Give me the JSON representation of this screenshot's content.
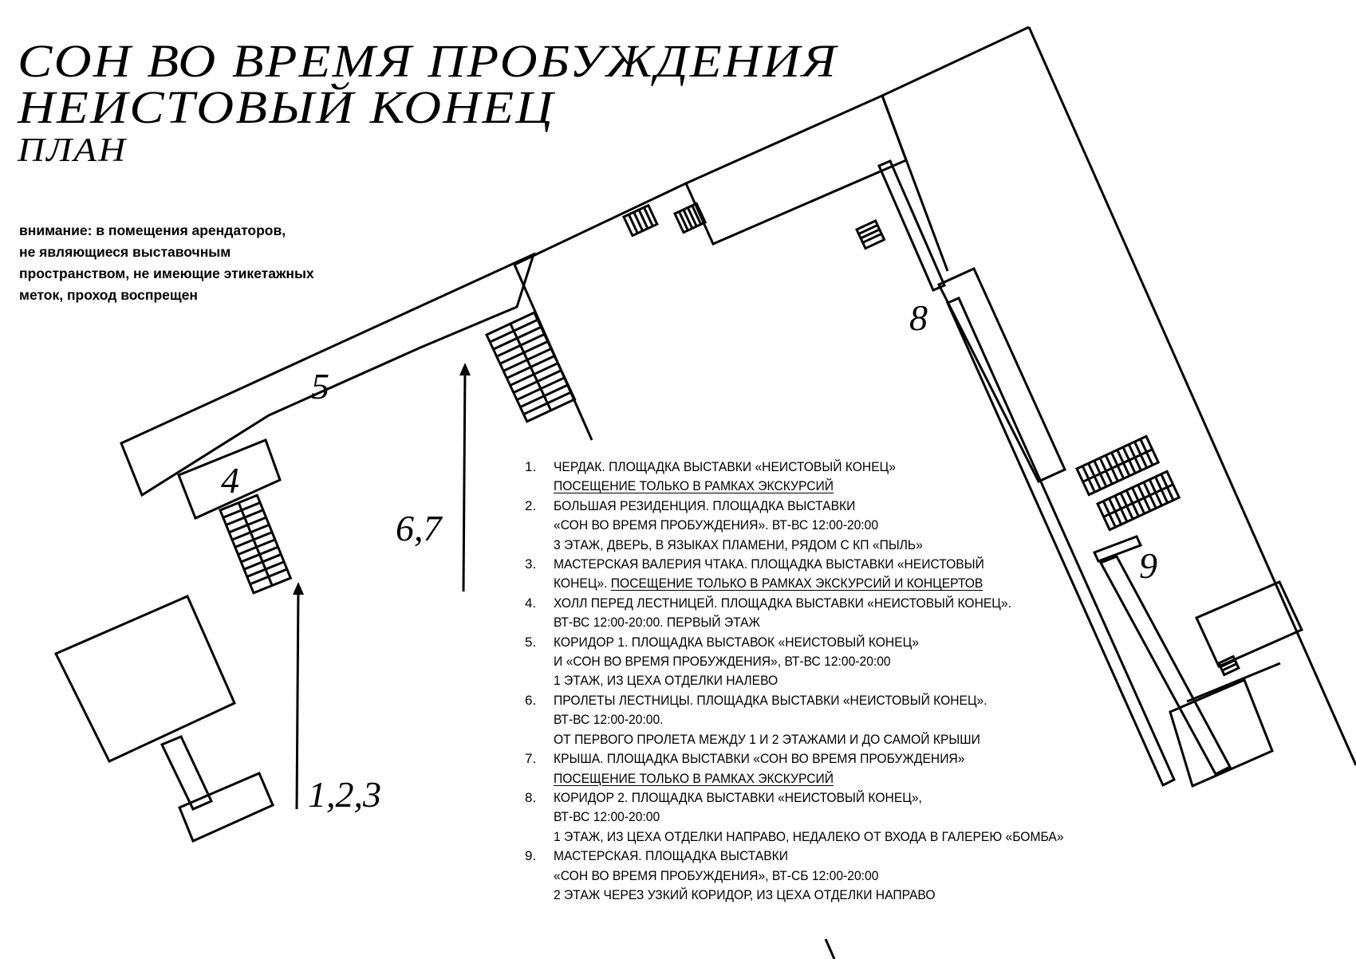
{
  "title": {
    "line1": "СОН ВО ВРЕМЯ ПРОБУЖДЕНИЯ",
    "line2": "НЕИСТОВЫЙ КОНЕЦ",
    "line3": "ПЛАН"
  },
  "warning": [
    "внимание: в помещения арендаторов,",
    "не являющиеся выставочным",
    "пространством, не имеющие этикетажных",
    "меток, проход воспрещен"
  ],
  "map_labels": {
    "l5": "5",
    "l4": "4",
    "l67": "6,7",
    "l123": "1,2,3",
    "l8": "8",
    "l9": "9"
  },
  "legend": [
    {
      "num": "1.",
      "lines": [
        "ЧЕРДАК. ПЛОЩАДКА ВЫСТАВКИ «НЕИСТОВЫЙ КОНЕЦ»"
      ],
      "underline": "ПОСЕЩЕНИЕ ТОЛЬКО В РАМКАХ ЭКСКУРСИЙ"
    },
    {
      "num": "2.",
      "lines": [
        "БОЛЬШАЯ РЕЗИДЕНЦИЯ. ПЛОЩАДКА ВЫСТАВКИ",
        "«СОН ВО ВРЕМЯ ПРОБУЖДЕНИЯ». ВТ-ВС 12:00-20:00",
        "3 ЭТАЖ, ДВЕРЬ, В ЯЗЫКАХ ПЛАМЕНИ, РЯДОМ С КП «ПЫЛЬ»"
      ]
    },
    {
      "num": "3.",
      "lines": [
        "МАСТЕРСКАЯ ВАЛЕРИЯ ЧТАКА. ПЛОЩАДКА ВЫСТАВКИ «НЕИСТОВЫЙ"
      ],
      "tail_prefix": "КОНЕЦ». ",
      "tail_underline": "ПОСЕЩЕНИЕ ТОЛЬКО В РАМКАХ ЭКСКУРСИЙ И КОНЦЕРТОВ"
    },
    {
      "num": "4.",
      "lines": [
        "ХОЛЛ ПЕРЕД ЛЕСТНИЦЕЙ. ПЛОЩАДКА ВЫСТАВКИ «НЕИСТОВЫЙ КОНЕЦ».",
        "ВТ-ВС 12:00-20:00. ПЕРВЫЙ ЭТАЖ"
      ]
    },
    {
      "num": "5.",
      "lines": [
        "КОРИДОР 1. ПЛОЩАДКА ВЫСТАВОК «НЕИСТОВЫЙ КОНЕЦ»",
        "И «СОН ВО ВРЕМЯ ПРОБУЖДЕНИЯ», ВТ-ВС 12:00-20:00",
        "1 ЭТАЖ, ИЗ ЦЕХА ОТДЕЛКИ НАЛЕВО"
      ]
    },
    {
      "num": "6.",
      "lines": [
        "ПРОЛЕТЫ ЛЕСТНИЦЫ. ПЛОЩАДКА ВЫСТАВКИ «НЕИСТОВЫЙ КОНЕЦ».",
        "ВТ-ВС 12:00-20:00.",
        "ОТ ПЕРВОГО ПРОЛЕТА МЕЖДУ 1 И 2 ЭТАЖАМИ И ДО САМОЙ КРЫШИ"
      ]
    },
    {
      "num": "7.",
      "lines": [
        "КРЫША. ПЛОЩАДКА ВЫСТАВКИ «СОН ВО ВРЕМЯ ПРОБУЖДЕНИЯ»"
      ],
      "underline": "ПОСЕЩЕНИЕ ТОЛЬКО В РАМКАХ ЭКСКУРСИЙ"
    },
    {
      "num": "8.",
      "lines": [
        "КОРИДОР 2. ПЛОЩАДКА ВЫСТАВКИ «НЕИСТОВЫЙ КОНЕЦ»,",
        "ВТ-ВС 12:00-20:00",
        "1 ЭТАЖ, ИЗ ЦЕХА ОТДЕЛКИ НАПРАВО, НЕДАЛЕКО ОТ ВХОДА В ГАЛЕРЕЮ «БОМБА»"
      ]
    },
    {
      "num": "9.",
      "lines": [
        "МАСТЕРСКАЯ. ПЛОЩАДКА ВЫСТАВКИ",
        "«СОН ВО ВРЕМЯ ПРОБУЖДЕНИЯ», ВТ-СБ 12:00-20:00",
        "2 ЭТАЖ ЧЕРЕЗ УЗКИЙ КОРИДОР, ИЗ ЦЕХА ОТДЕЛКИ НАПРАВО"
      ]
    }
  ]
}
